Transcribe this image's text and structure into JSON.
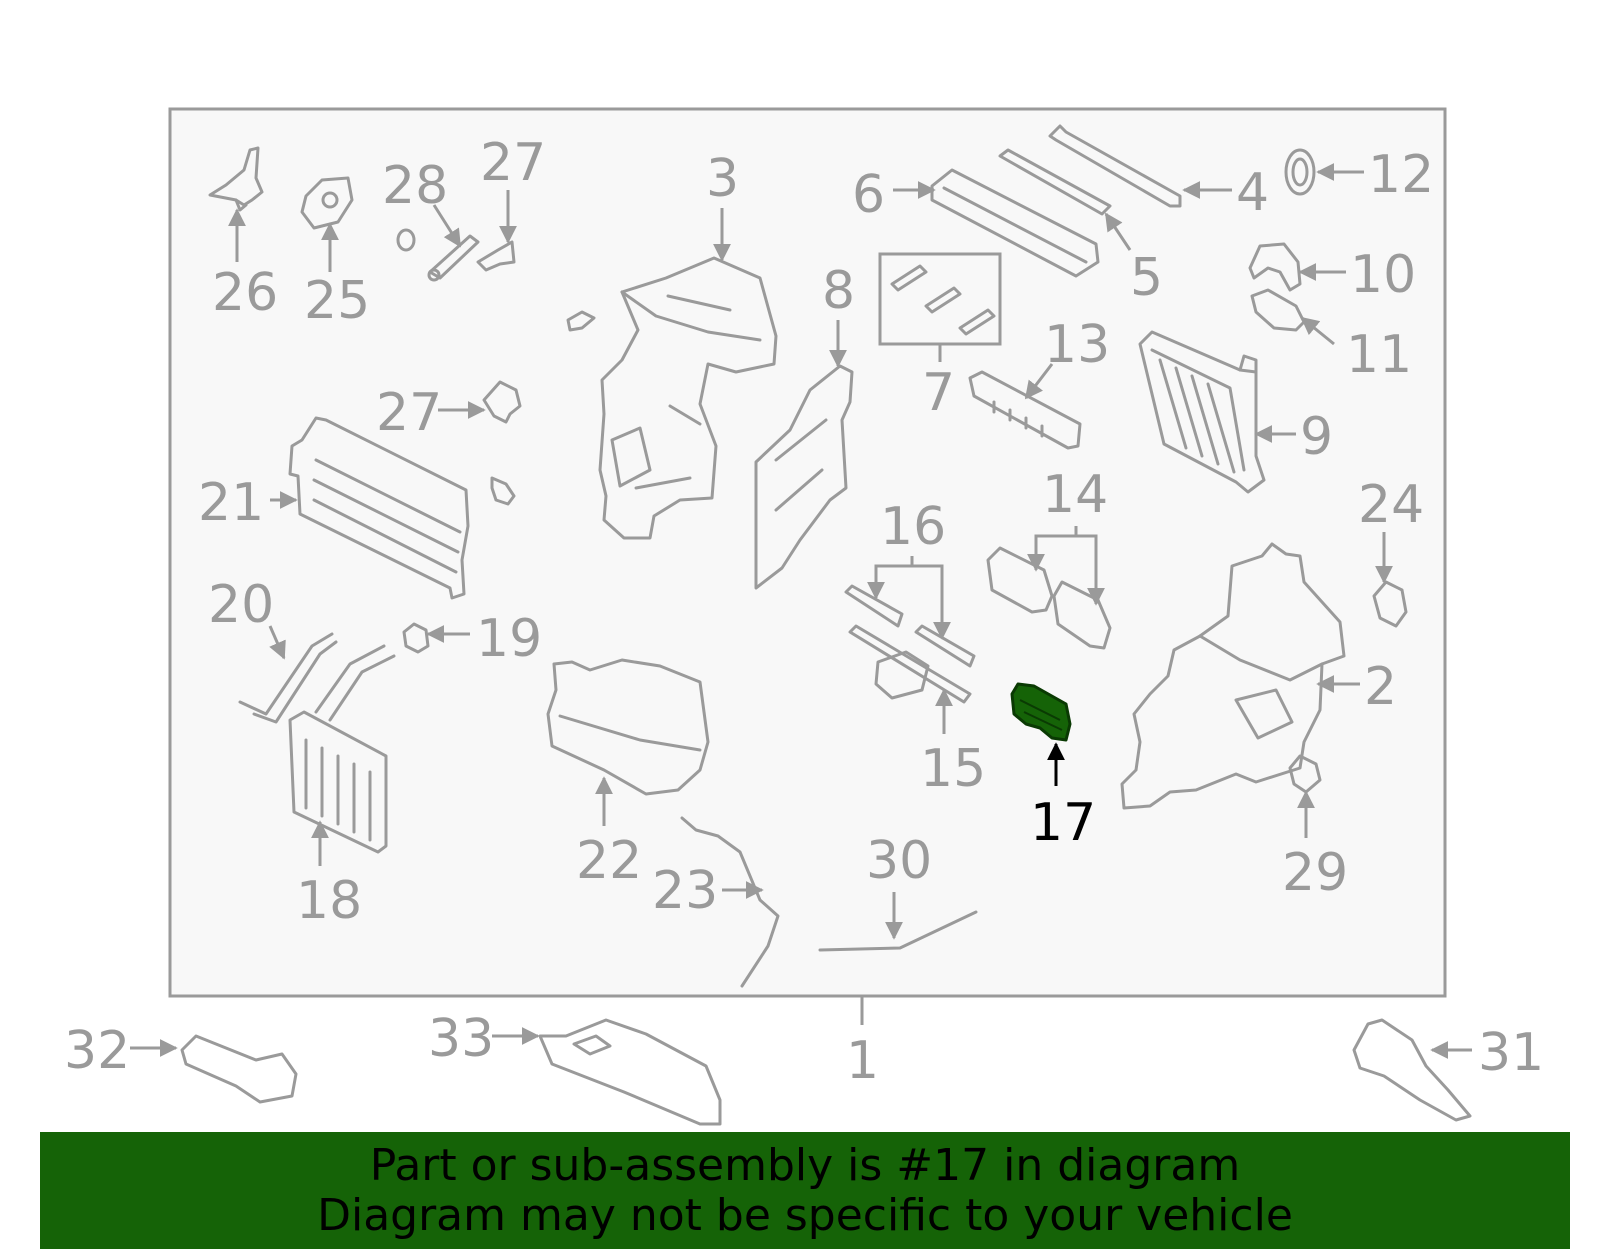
{
  "callouts": {
    "c1": "1",
    "c2": "2",
    "c3": "3",
    "c4": "4",
    "c5": "5",
    "c6": "6",
    "c7": "7",
    "c8": "8",
    "c9": "9",
    "c10": "10",
    "c11": "11",
    "c12": "12",
    "c13": "13",
    "c14": "14",
    "c15": "15",
    "c16": "16",
    "c17": "17",
    "c18": "18",
    "c19": "19",
    "c20": "20",
    "c21": "21",
    "c22": "22",
    "c23": "23",
    "c24": "24",
    "c25": "25",
    "c26": "26",
    "c27a": "27",
    "c27b": "27",
    "c28": "28",
    "c29": "29",
    "c30": "30",
    "c31": "31",
    "c32": "32",
    "c33": "33"
  },
  "highlight": {
    "part": "17",
    "color": "#156307"
  },
  "banner": {
    "line1": "Part or sub-assembly is #17 in diagram",
    "line2": "Diagram may not be specific to your vehicle",
    "background": "#156307"
  }
}
